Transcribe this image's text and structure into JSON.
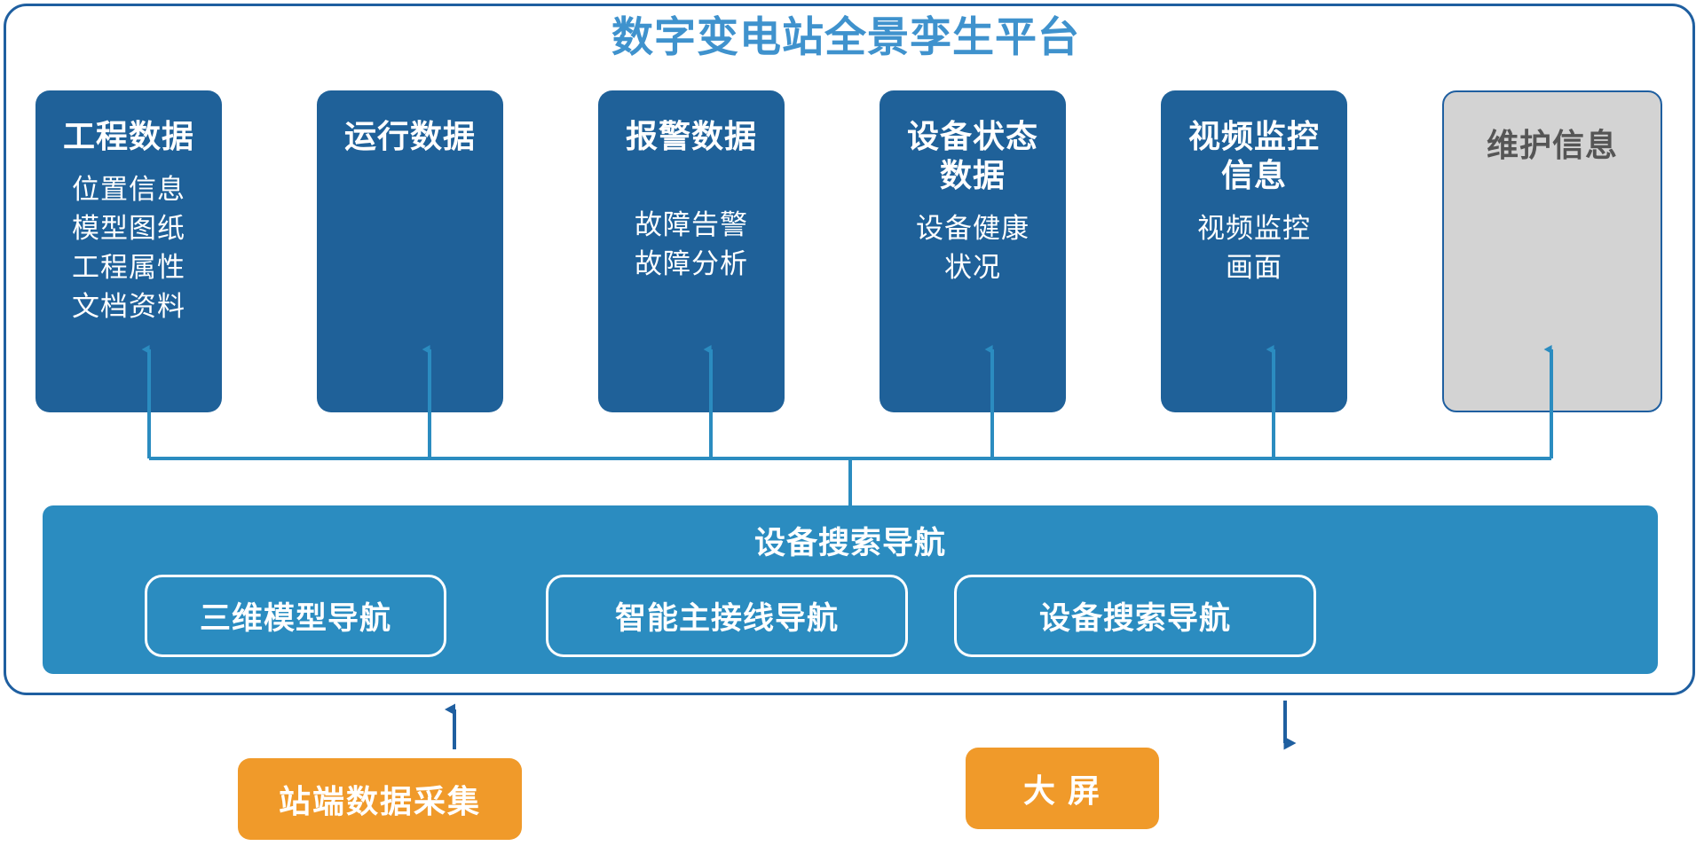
{
  "page": {
    "title": "数字变电站全景孪生平台",
    "colors": {
      "title_blue": "#3f92cd",
      "card_blue": "#1f6199",
      "band_blue": "#2b8cc0",
      "frame_blue": "#1f5fa0",
      "muted_grey": "#d3d3d3",
      "orange": "#f09a2a",
      "arrow_blue": "#2b8cc0",
      "arrow_dark_blue": "#1f5fa0"
    }
  },
  "cards": [
    {
      "title": "工程数据",
      "items": [
        "位置信息",
        "模型图纸",
        "工程属性",
        "文档资料"
      ],
      "style": "primary"
    },
    {
      "title": "运行数据",
      "items": [],
      "style": "primary"
    },
    {
      "title": "报警数据",
      "items": [
        "故障告警",
        "故障分析"
      ],
      "style": "primary"
    },
    {
      "title": "设备状态\n数据",
      "title_line1": "设备状态",
      "title_line2": "数据",
      "items": [
        "设备健康",
        "状况"
      ],
      "style": "primary"
    },
    {
      "title": "视频监控\n信息",
      "title_line1": "视频监控",
      "title_line2": "信息",
      "items": [
        "视频监控",
        "画面"
      ],
      "style": "primary"
    },
    {
      "title": "维护信息",
      "items": [],
      "style": "muted"
    }
  ],
  "nav_band": {
    "title": "设备搜索导航",
    "pills": [
      {
        "label": "三维模型导航"
      },
      {
        "label": "智能主接线导航"
      },
      {
        "label": "设备搜索导航"
      }
    ]
  },
  "bottom_boxes": [
    {
      "label": "站端数据采集",
      "direction": "up"
    },
    {
      "label": "大  屏",
      "direction": "down"
    }
  ]
}
